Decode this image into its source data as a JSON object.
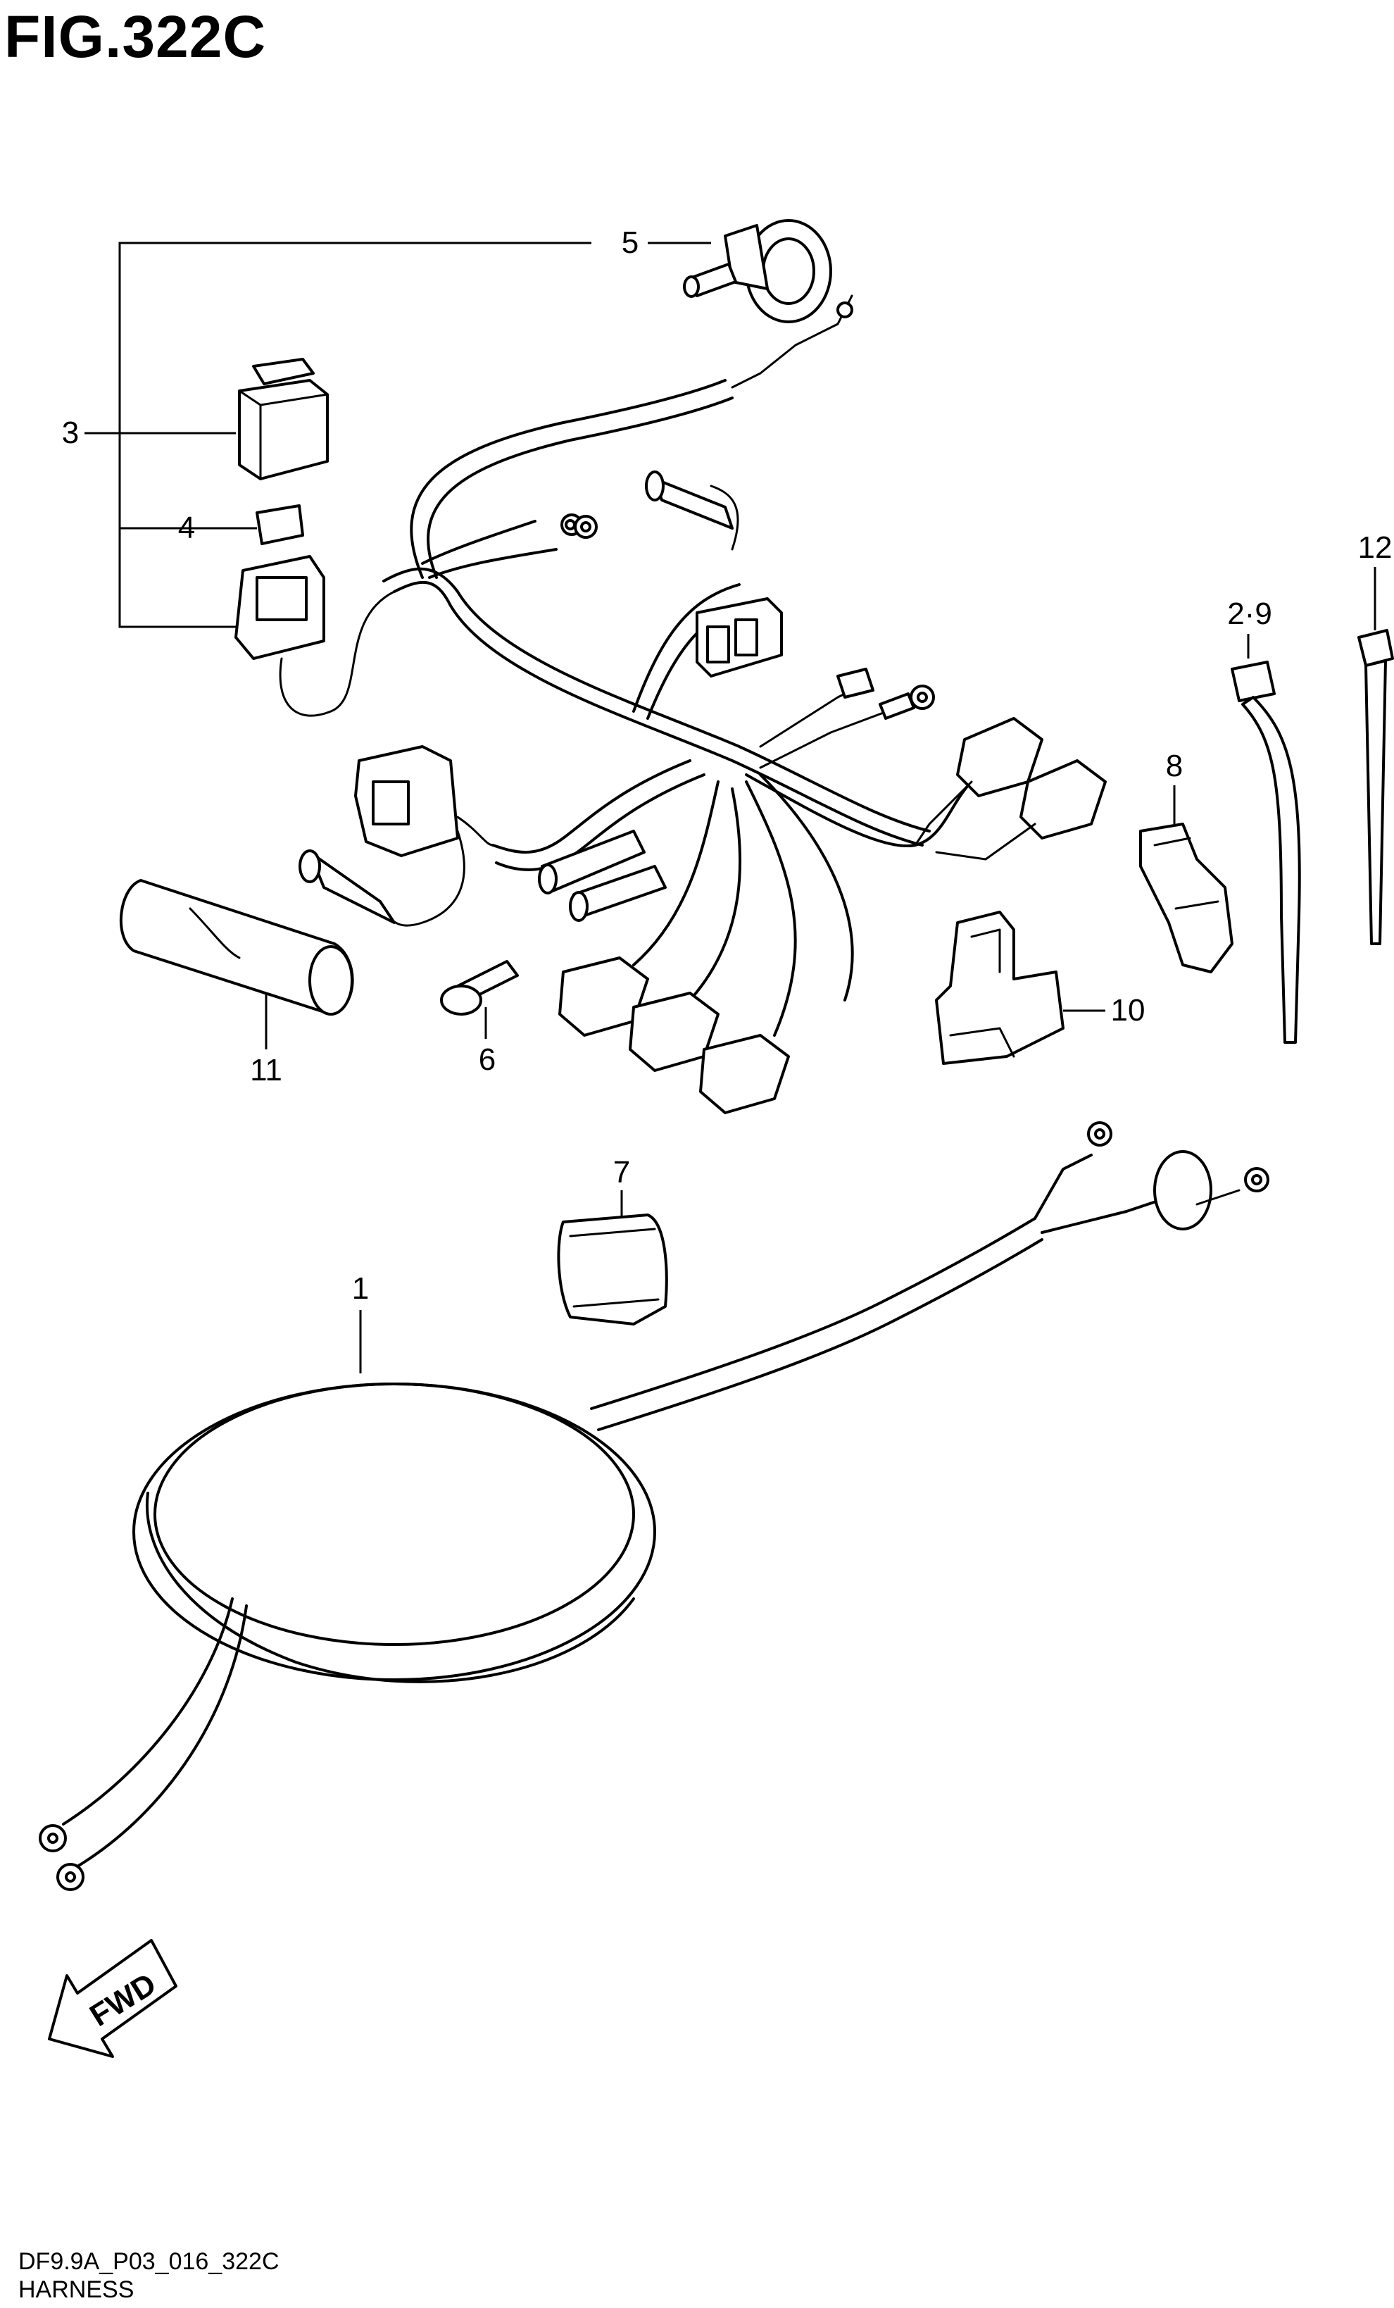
{
  "figure": {
    "title": "FIG.322C",
    "code": "DF9.9A_P03_016_322C",
    "caption": "HARNESS"
  },
  "direction_marker": {
    "label": "FWD"
  },
  "callouts": [
    {
      "id": "c1",
      "label": "1"
    },
    {
      "id": "c3",
      "label": "3"
    },
    {
      "id": "c4",
      "label": "4"
    },
    {
      "id": "c5",
      "label": "5"
    },
    {
      "id": "c6",
      "label": "6"
    },
    {
      "id": "c7",
      "label": "7"
    },
    {
      "id": "c8",
      "label": "8"
    },
    {
      "id": "c29",
      "label": "2·9"
    },
    {
      "id": "c10",
      "label": "10"
    },
    {
      "id": "c11",
      "label": "11"
    },
    {
      "id": "c12",
      "label": "12"
    }
  ]
}
